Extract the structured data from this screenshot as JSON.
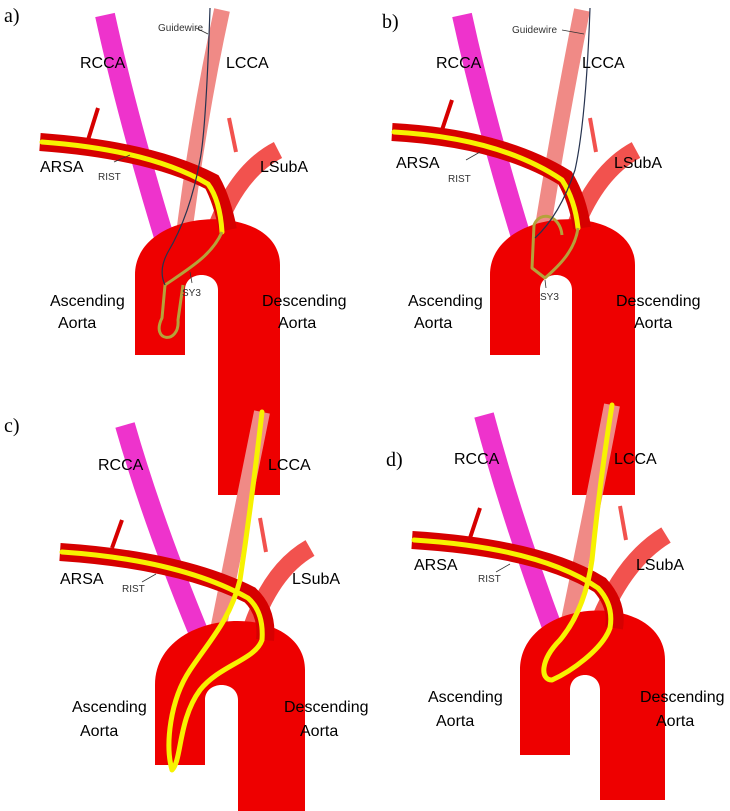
{
  "panels": [
    {
      "id": "a",
      "label": "a)",
      "labels": {
        "guidewire": "Guidewire",
        "rcca": "RCCA",
        "lcca": "LCCA",
        "arsa": "ARSA",
        "rist": "RIST",
        "lsuba": "LSubA",
        "sy3": "SY3",
        "ascending_1": "Ascending",
        "ascending_2": "Aorta",
        "descending_1": "Descending",
        "descending_2": "Aorta"
      }
    },
    {
      "id": "b",
      "label": "b)",
      "labels": {
        "guidewire": "Guidewire",
        "rcca": "RCCA",
        "lcca": "LCCA",
        "arsa": "ARSA",
        "rist": "RIST",
        "lsuba": "LSubA",
        "sy3": "SY3",
        "ascending_1": "Ascending",
        "ascending_2": "Aorta",
        "descending_1": "Descending",
        "descending_2": "Aorta"
      }
    },
    {
      "id": "c",
      "label": "c)",
      "labels": {
        "rcca": "RCCA",
        "lcca": "LCCA",
        "arsa": "ARSA",
        "rist": "RIST",
        "lsuba": "LSubA",
        "ascending_1": "Ascending",
        "ascending_2": "Aorta",
        "descending_1": "Descending",
        "descending_2": "Aorta"
      }
    },
    {
      "id": "d",
      "label": "d)",
      "labels": {
        "rcca": "RCCA",
        "lcca": "LCCA",
        "arsa": "ARSA",
        "rist": "RIST",
        "lsuba": "LSubA",
        "ascending_1": "Ascending",
        "ascending_2": "Aorta",
        "descending_1": "Descending",
        "descending_2": "Aorta"
      }
    }
  ],
  "colors": {
    "aorta": "#ee0000",
    "rcca": "#ee33cc",
    "lcca": "#f08a86",
    "lsuba": "#f2524e",
    "arsa": "#d60000",
    "catheter_rist": "#f7f200",
    "catheter_sy3": "#b5a23a",
    "guidewire": "#26334f"
  }
}
